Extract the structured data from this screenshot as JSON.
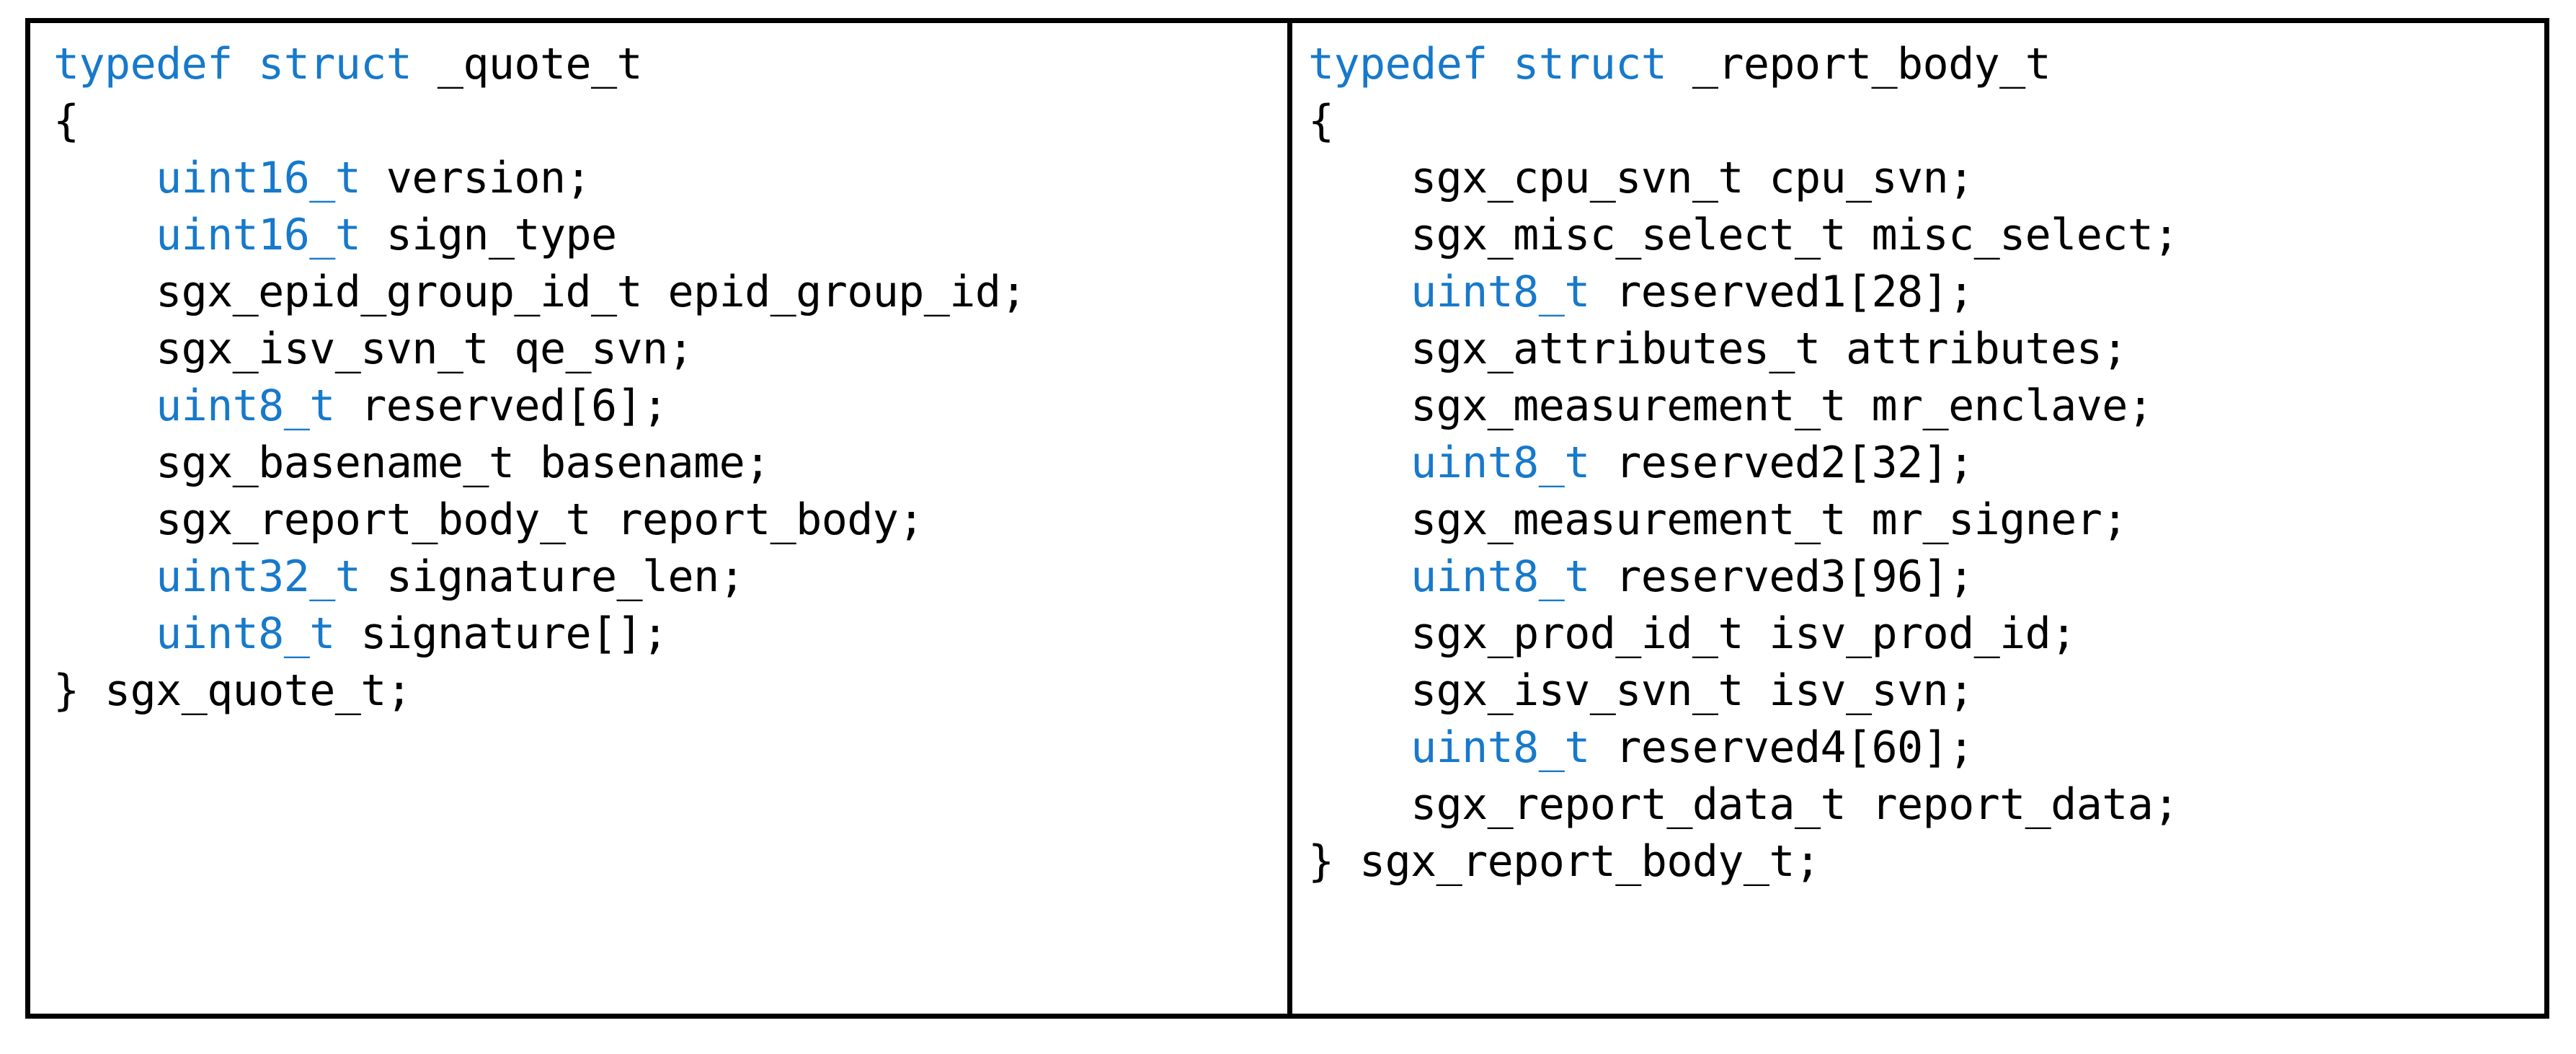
{
  "figure": {
    "kind": "code-listing",
    "border_color": "#000000",
    "background_color": "#ffffff",
    "keyword_color": "#1779CB",
    "identifier_color": "#000000",
    "columns": [
      {
        "name": "quote-struct",
        "struct_name": "sgx_quote_t",
        "lines": [
          {
            "indent": "",
            "kw": "typedef struct",
            "rest": " _quote_t"
          },
          {
            "indent": "",
            "kw": "",
            "rest": "{"
          },
          {
            "indent": "    ",
            "kw": "uint16_t",
            "rest": " version;"
          },
          {
            "indent": "    ",
            "kw": "uint16_t",
            "rest": " sign_type"
          },
          {
            "indent": "    ",
            "kw": "",
            "rest": "sgx_epid_group_id_t epid_group_id;"
          },
          {
            "indent": "    ",
            "kw": "",
            "rest": "sgx_isv_svn_t qe_svn;"
          },
          {
            "indent": "    ",
            "kw": "uint8_t",
            "rest": " reserved[6];"
          },
          {
            "indent": "    ",
            "kw": "",
            "rest": "sgx_basename_t basename;"
          },
          {
            "indent": "    ",
            "kw": "",
            "rest": "sgx_report_body_t report_body;"
          },
          {
            "indent": "    ",
            "kw": "uint32_t",
            "rest": " signature_len;"
          },
          {
            "indent": "    ",
            "kw": "uint8_t",
            "rest": " signature[];"
          },
          {
            "indent": "",
            "kw": "",
            "rest": "} sgx_quote_t;"
          }
        ]
      },
      {
        "name": "report-body-struct",
        "struct_name": "sgx_report_body_t",
        "lines": [
          {
            "indent": "",
            "kw": "typedef struct",
            "rest": " _report_body_t"
          },
          {
            "indent": "",
            "kw": "",
            "rest": "{"
          },
          {
            "indent": "    ",
            "kw": "",
            "rest": "sgx_cpu_svn_t cpu_svn;"
          },
          {
            "indent": "    ",
            "kw": "",
            "rest": "sgx_misc_select_t misc_select;"
          },
          {
            "indent": "    ",
            "kw": "uint8_t",
            "rest": " reserved1[28];"
          },
          {
            "indent": "    ",
            "kw": "",
            "rest": "sgx_attributes_t attributes;"
          },
          {
            "indent": "    ",
            "kw": "",
            "rest": "sgx_measurement_t mr_enclave;"
          },
          {
            "indent": "    ",
            "kw": "uint8_t",
            "rest": " reserved2[32];"
          },
          {
            "indent": "    ",
            "kw": "",
            "rest": "sgx_measurement_t mr_signer;"
          },
          {
            "indent": "    ",
            "kw": "uint8_t",
            "rest": " reserved3[96];"
          },
          {
            "indent": "    ",
            "kw": "",
            "rest": "sgx_prod_id_t isv_prod_id;"
          },
          {
            "indent": "    ",
            "kw": "",
            "rest": "sgx_isv_svn_t isv_svn;"
          },
          {
            "indent": "    ",
            "kw": "uint8_t",
            "rest": " reserved4[60];"
          },
          {
            "indent": "    ",
            "kw": "",
            "rest": "sgx_report_data_t report_data;"
          },
          {
            "indent": "",
            "kw": "",
            "rest": "} sgx_report_body_t;"
          }
        ]
      }
    ]
  }
}
